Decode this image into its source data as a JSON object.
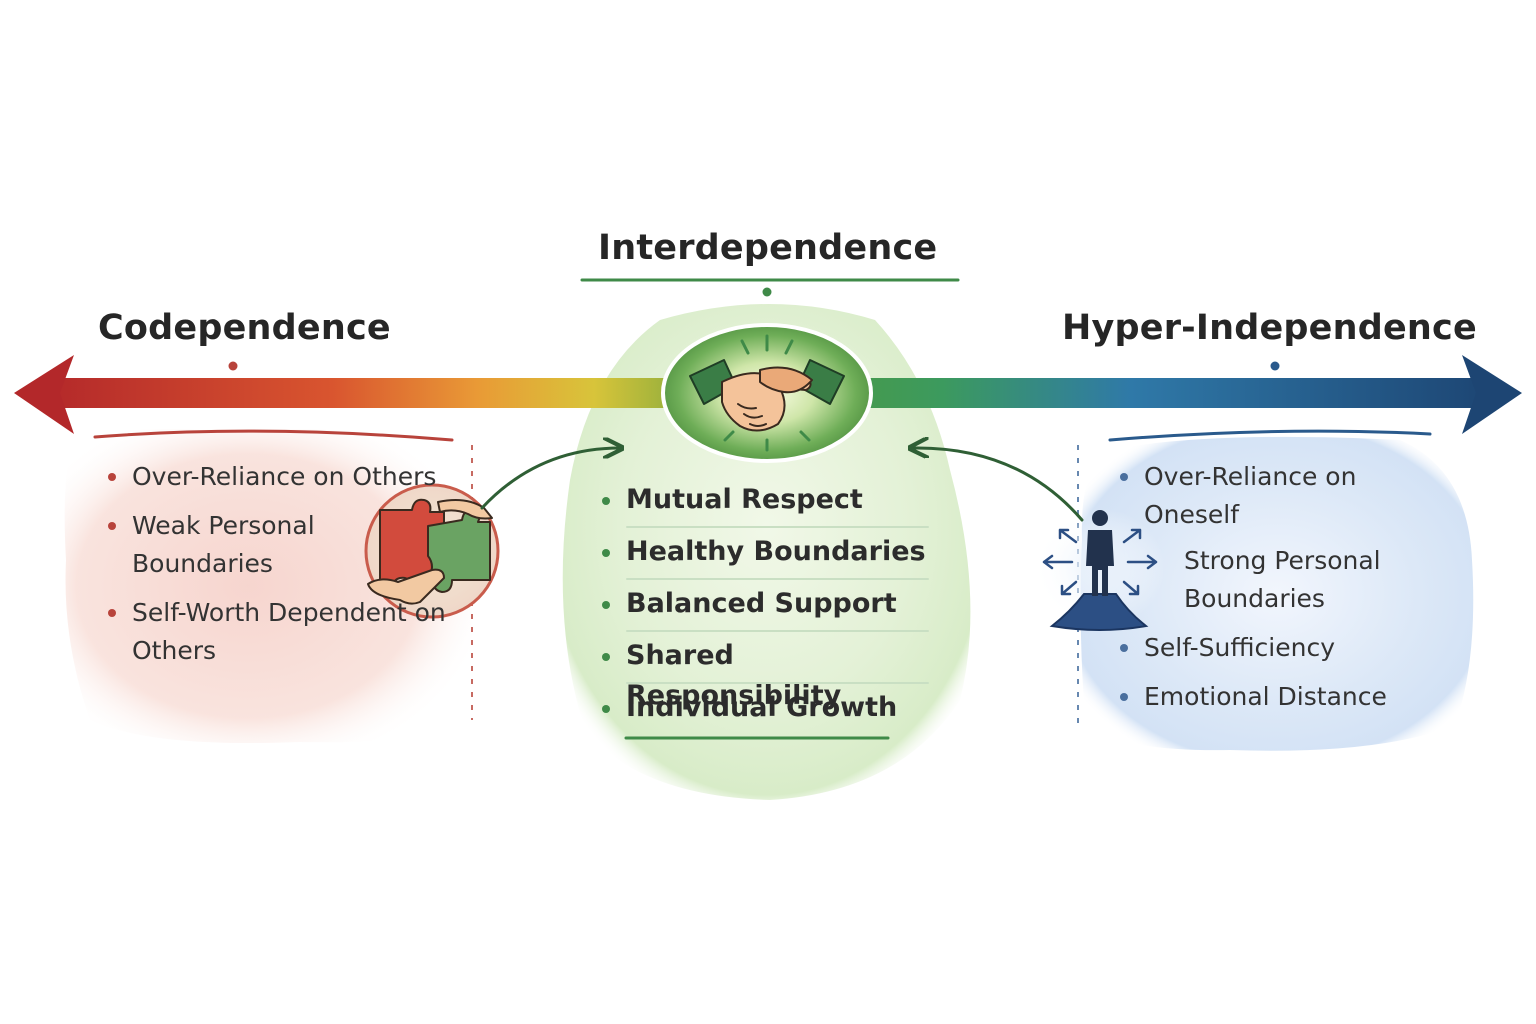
{
  "codependence": {
    "title": "Codependence",
    "items": [
      "Over-Reliance on Others",
      "Weak Personal Boundaries",
      "Self-Worth Dependent on Others"
    ],
    "color": "#b8433b",
    "icon": "puzzle-hands-icon"
  },
  "interdependence": {
    "title": "Interdependence",
    "items": [
      "Mutual Respect",
      "Healthy Boundaries",
      "Balanced Support",
      "Shared Responsibility",
      "Individual Growth"
    ],
    "color": "#3f8a48",
    "icon": "handshake-icon"
  },
  "hyper_independence": {
    "title": "Hyper-Independence",
    "items": [
      "Over-Reliance on Oneself",
      "Strong Personal Boundaries",
      "Self-Sufficiency",
      "Emotional Distance"
    ],
    "color": "#2a5a8c",
    "icon": "lone-person-icon"
  },
  "spectrum": {
    "gradient": [
      "#b8302b",
      "#e0832f",
      "#d9c23a",
      "#4f9a45",
      "#2f7fa3",
      "#1d4878"
    ]
  }
}
